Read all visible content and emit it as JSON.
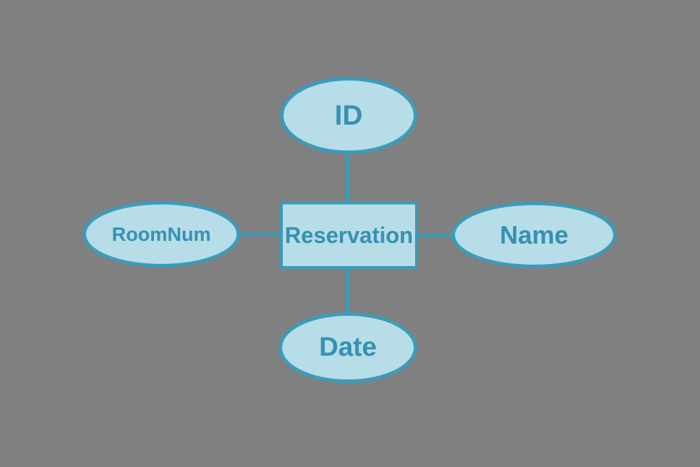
{
  "diagram": {
    "type": "entity-relationship",
    "entity": {
      "label": "Reservation",
      "shape": "rectangle"
    },
    "attributes": [
      {
        "label": "ID",
        "shape": "ellipse",
        "position": "top"
      },
      {
        "label": "RoomNum",
        "shape": "ellipse",
        "position": "left"
      },
      {
        "label": "Name",
        "shape": "ellipse",
        "position": "right"
      },
      {
        "label": "Date",
        "shape": "ellipse",
        "position": "bottom"
      }
    ],
    "connectors": [
      {
        "from": "ID",
        "to": "Reservation"
      },
      {
        "from": "RoomNum",
        "to": "Reservation"
      },
      {
        "from": "Name",
        "to": "Reservation"
      },
      {
        "from": "Date",
        "to": "Reservation"
      }
    ],
    "colors": {
      "background": "#808080",
      "shape_fill": "#b6dde8",
      "shape_stroke": "#3a9cba",
      "label_text": "#3691b2"
    }
  }
}
